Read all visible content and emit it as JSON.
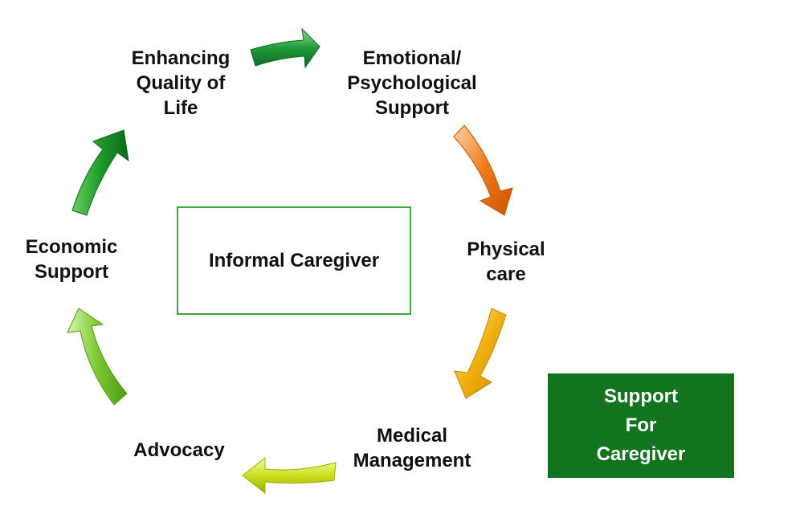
{
  "center": {
    "label": "Informal Caregiver"
  },
  "support_box": {
    "lines": [
      "Support",
      "For",
      "Caregiver"
    ]
  },
  "nodes": {
    "quality_of_life": {
      "lines": [
        "Enhancing",
        "Quality of",
        "Life"
      ]
    },
    "emotional": {
      "lines": [
        "Emotional/",
        "Psychological",
        "Support"
      ]
    },
    "physical": {
      "lines": [
        "Physical",
        "care"
      ]
    },
    "medical": {
      "lines": [
        "Medical",
        "Management"
      ]
    },
    "advocacy": {
      "lines": [
        "Advocacy"
      ]
    },
    "economic": {
      "lines": [
        "Economic",
        "Support"
      ]
    }
  },
  "colors": {
    "center_border": "#3aaa35",
    "support_fill": "#13741f",
    "arrow_quality_to_emotional": "#1f9a3a",
    "arrow_emotional_to_physical": "#f07a1a",
    "arrow_physical_to_medical": "#f0b010",
    "arrow_medical_to_advocacy": "#c8e020",
    "arrow_advocacy_to_economic": "#7cc832",
    "arrow_economic_to_quality": "#1e9a2a"
  }
}
